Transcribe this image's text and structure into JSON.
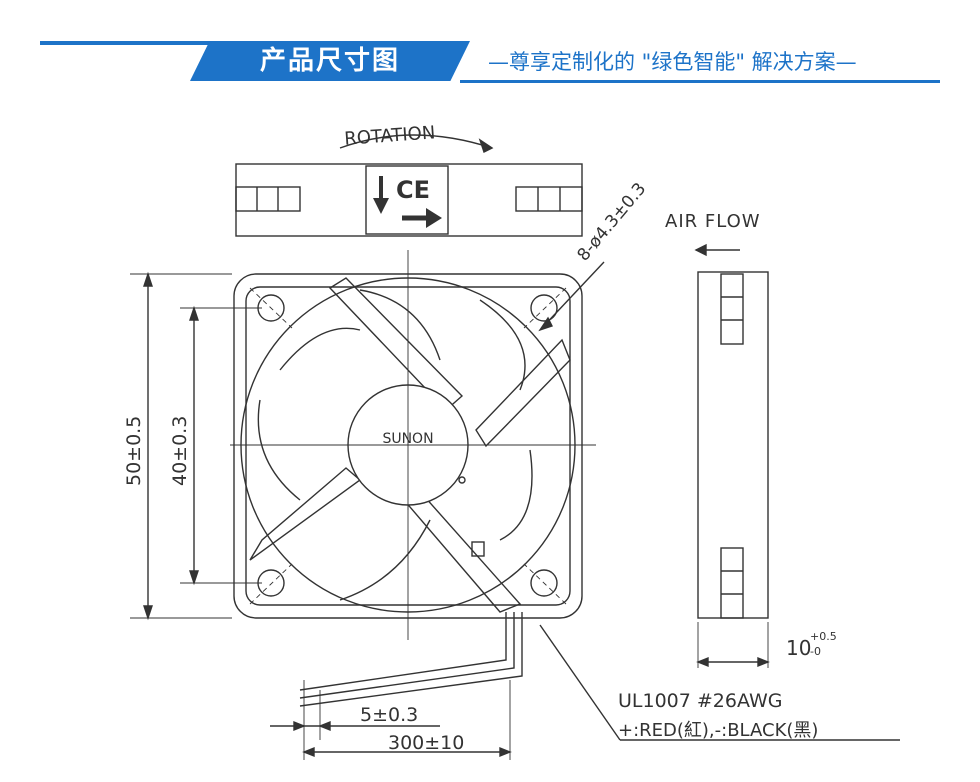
{
  "header": {
    "title": "产品尺寸图",
    "subtitle": "—尊享定制化的 \"绿色智能\" 解决方案—"
  },
  "drawing": {
    "rotation_label": "ROTATION",
    "airflow_label": "AIR FLOW",
    "ce_mark": "CE",
    "hole_callout": "8-ø4.3±0.3",
    "hub_label": "SUNON",
    "dim_outer": "50±0.5",
    "dim_inner": "40±0.3",
    "dim_thickness_base": "10",
    "dim_thickness_plus": "+0.5",
    "dim_thickness_minus": "-0",
    "dim_strip": "5±0.3",
    "dim_lead": "300±10",
    "wire_spec": "UL1007   #26AWG",
    "wire_colors": "+:RED(紅),-:BLACK(黑)"
  }
}
